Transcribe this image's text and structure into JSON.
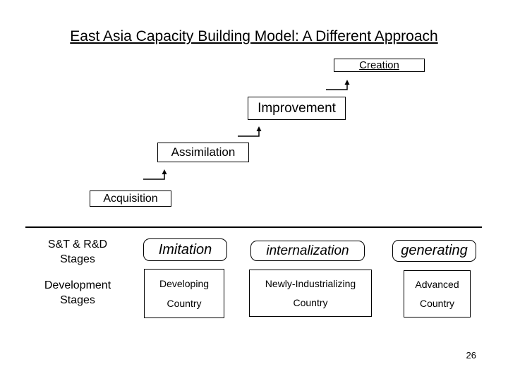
{
  "slide": {
    "title": "East Asia Capacity Building Model: A Different Approach",
    "page_number": "26",
    "colors": {
      "background": "#ffffff",
      "foreground": "#000000"
    }
  },
  "staircase": {
    "steps": [
      {
        "label": "Acquisition"
      },
      {
        "label": "Assimilation"
      },
      {
        "label": "Improvement"
      },
      {
        "label": "Creation"
      }
    ]
  },
  "comparison": {
    "row_headers": [
      {
        "line1": "S&T & R&D",
        "line2": "Stages"
      },
      {
        "line1": "Development",
        "line2": "Stages"
      }
    ],
    "st_rd_stages": [
      {
        "label": "Imitation"
      },
      {
        "label": "internalization"
      },
      {
        "label": "generating"
      }
    ],
    "development_stages": [
      {
        "line1": "Developing",
        "line2": "Country"
      },
      {
        "line1": "Newly-Industrializing",
        "line2": "Country"
      },
      {
        "line1": "Advanced",
        "line2": "Country"
      }
    ]
  }
}
